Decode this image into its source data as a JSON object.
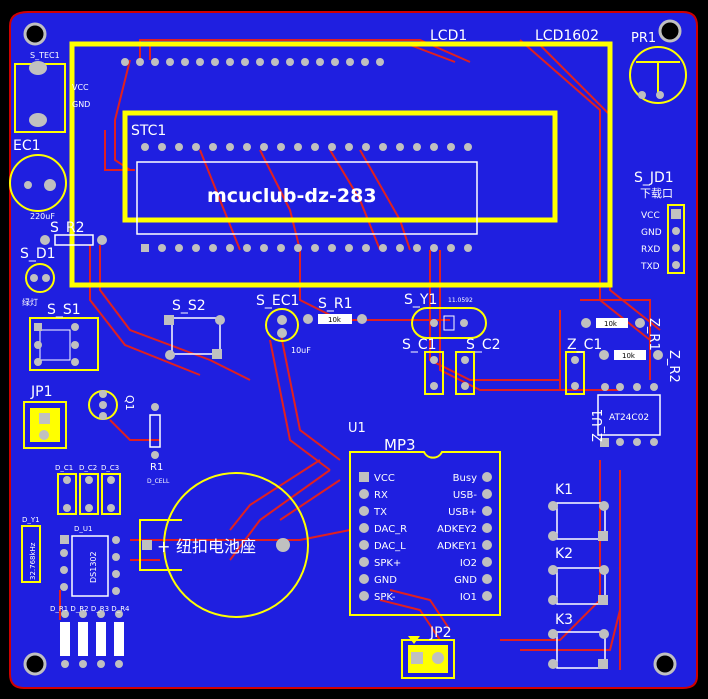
{
  "colors": {
    "background": "#000000",
    "board": "#1f1fe0",
    "silkscreen": "#ffff00",
    "copper_red": "#e02020",
    "pad": "#c0c0c0",
    "label_white": "#ffffff"
  },
  "labels": {
    "lcd1": "LCD1",
    "lcd1602": "LCD1602",
    "pr1": "PR1",
    "s_tec1": "S_TEC1",
    "vcc": "VCC",
    "gnd": "GND",
    "ec1": "EC1",
    "ec1_val": "220uF",
    "stc1": "STC1",
    "chip_text": "mcuclub-dz-283",
    "s_r2": "S_R2",
    "s_d1": "S_D1",
    "green_light": "绿灯",
    "s_jd1": "S_JD1",
    "download_port": "下载口",
    "jd_vcc": "VCC",
    "jd_gnd": "GND",
    "jd_rxd": "RXD",
    "jd_txd": "TXD",
    "s_s1": "S_S1",
    "s_s2": "S_S2",
    "s_ec1": "S_EC1",
    "s_ec1_val": "10uF",
    "s_r1": "S_R1",
    "s_r1_val": "10k",
    "s_y1": "S_Y1",
    "y1_val": "11.0592",
    "s_c1": "S_C1",
    "s_c2": "S_C2",
    "z_r1": "Z_R1",
    "z_r2": "Z_R2",
    "z_r_val1": "10k",
    "z_r_val2": "10k",
    "z_c1": "Z_C1",
    "z_u1": "Z_U1",
    "at24c02": "AT24C02",
    "jp1": "JP1",
    "q1": "Q1",
    "r1": "R1",
    "d_cells": "D_CELL",
    "u1": "U1",
    "mp3": "MP3",
    "battery": "纽扣电池座",
    "d_c1": "D_C1",
    "d_c2": "D_C2",
    "d_c3": "D_C3",
    "d_y1": "D_Y1",
    "d_y1_val": "32.768kHz",
    "d_u1": "D_U1",
    "ds1302": "DS1302",
    "d_r_labels": "D_R1 D_R2 D_R3 D_R4",
    "k1": "K1",
    "k2": "K2",
    "k3": "K3",
    "jp2": "JP2",
    "mp3_left_pins": [
      "VCC",
      "RX",
      "TX",
      "DAC_R",
      "DAC_L",
      "SPK+",
      "GND",
      "SPK-"
    ],
    "mp3_right_pins": [
      "Busy",
      "USB-",
      "USB+",
      "ADKEY2",
      "ADKEY1",
      "IO2",
      "GND",
      "IO1"
    ]
  }
}
